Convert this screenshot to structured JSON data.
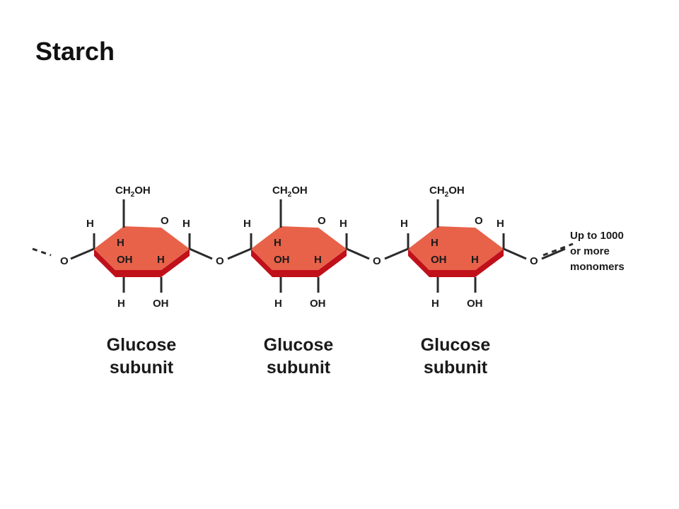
{
  "title": "Starch",
  "colors": {
    "ring_top": "#e8624a",
    "ring_side": "#c0101a",
    "bond": "#2b2b2b",
    "text": "#1a1a1a"
  },
  "linkage_oxygen": "O",
  "glucose_units": [
    {
      "ch2oh": {
        "main": "CH",
        "sub": "2",
        "end": "OH"
      },
      "ring_oxygen": "O",
      "top_left_h": "H",
      "top_right_h": "H",
      "inner_h": "H",
      "inner_oh": "OH",
      "inner_right_h": "H",
      "bottom_h": "H",
      "bottom_oh": "OH",
      "caption_line1": "Glucose",
      "caption_line2": "subunit"
    },
    {
      "ch2oh": {
        "main": "CH",
        "sub": "2",
        "end": "OH"
      },
      "ring_oxygen": "O",
      "top_left_h": "H",
      "top_right_h": "H",
      "inner_h": "H",
      "inner_oh": "OH",
      "inner_right_h": "H",
      "bottom_h": "H",
      "bottom_oh": "OH",
      "caption_line1": "Glucose",
      "caption_line2": "subunit"
    },
    {
      "ch2oh": {
        "main": "CH",
        "sub": "2",
        "end": "OH"
      },
      "ring_oxygen": "O",
      "top_left_h": "H",
      "top_right_h": "H",
      "inner_h": "H",
      "inner_oh": "OH",
      "inner_right_h": "H",
      "bottom_h": "H",
      "bottom_oh": "OH",
      "caption_line1": "Glucose",
      "caption_line2": "subunit"
    }
  ],
  "chain_note": [
    "Up to 1000",
    "or more",
    "monomers"
  ]
}
